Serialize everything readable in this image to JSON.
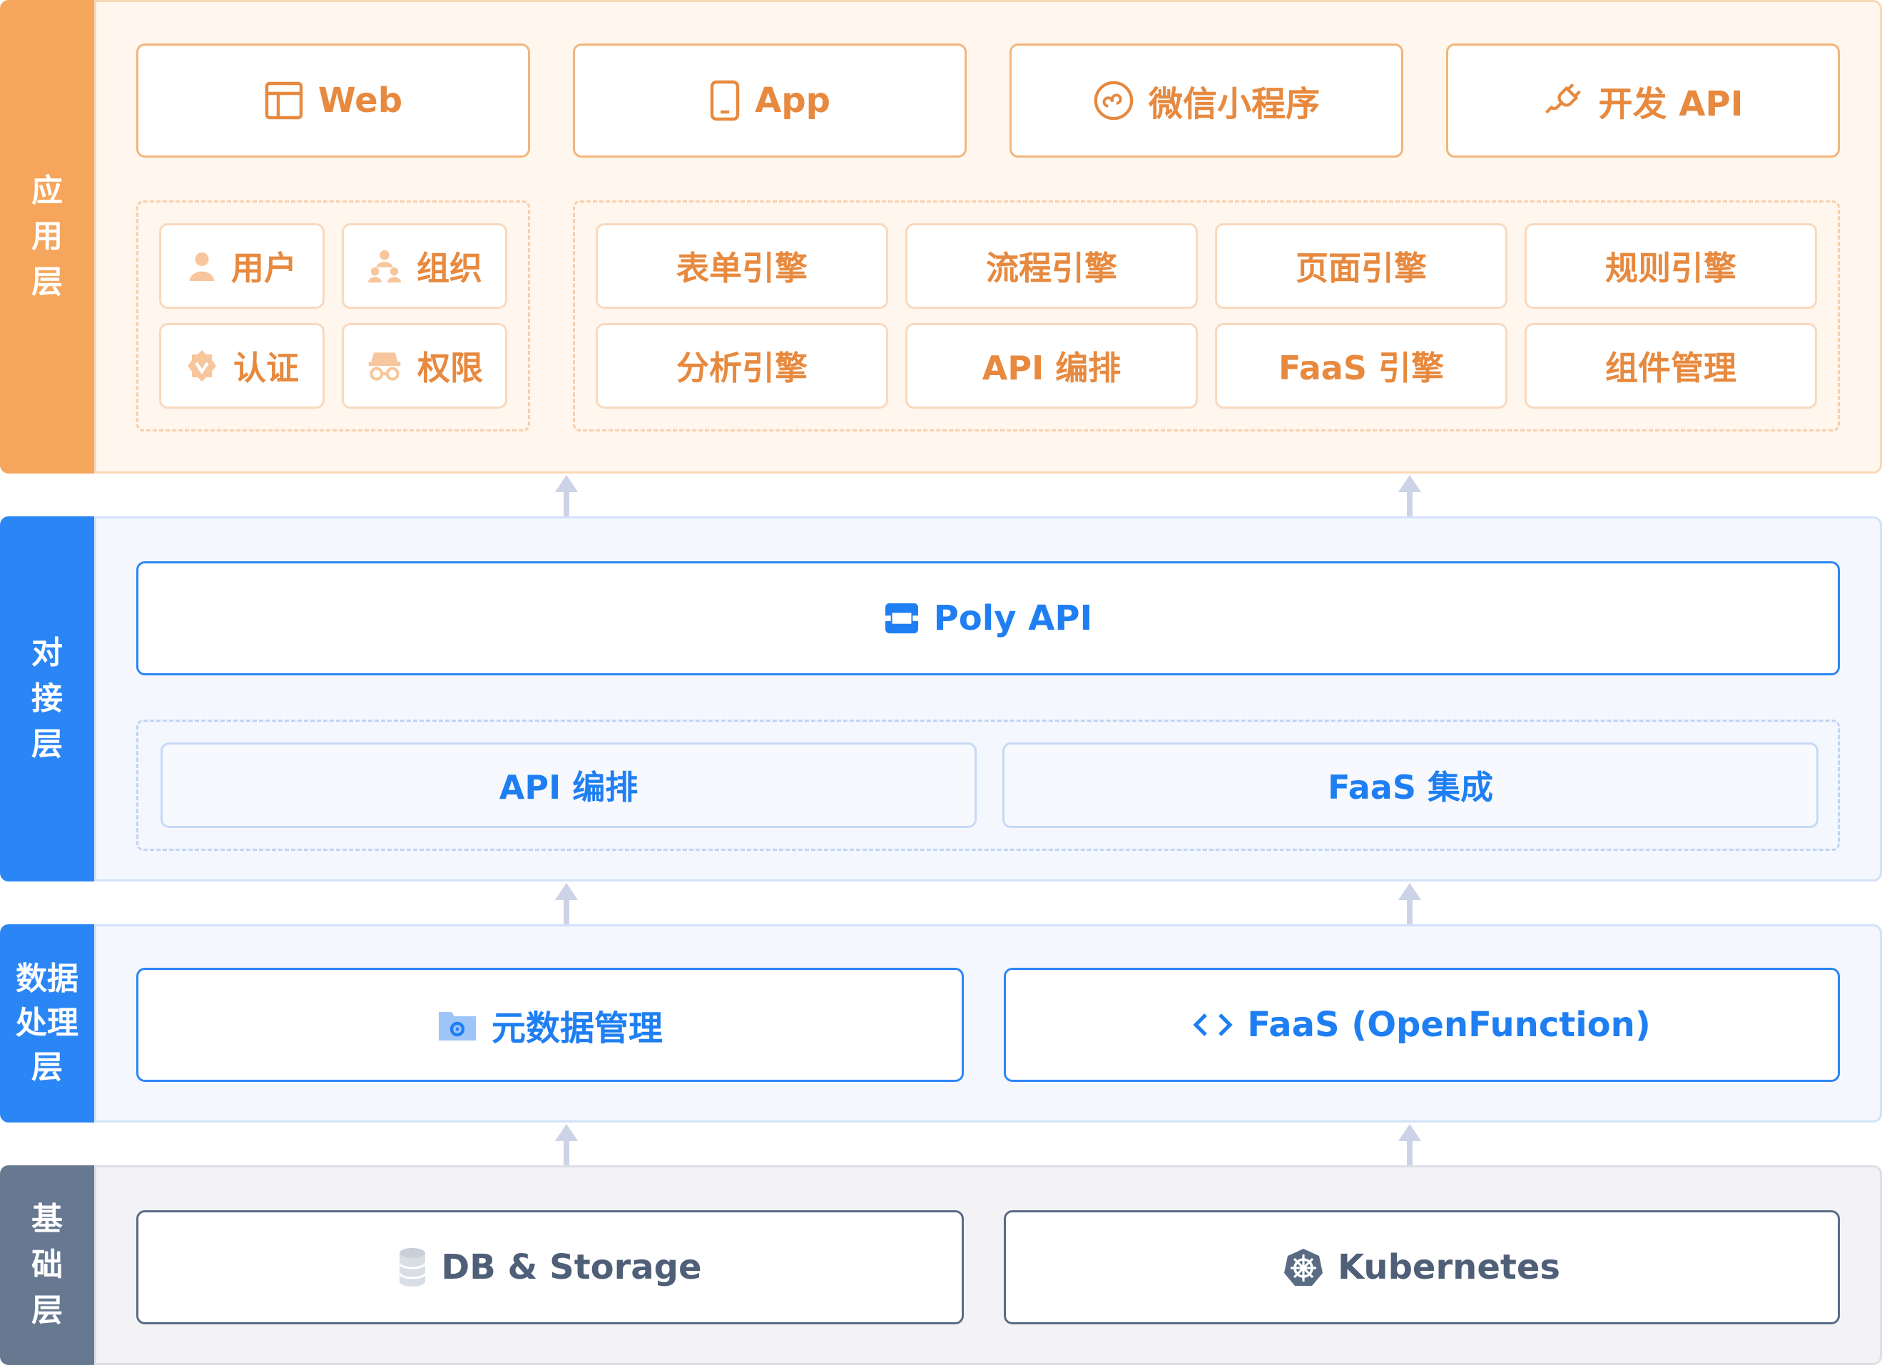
{
  "layers": {
    "application": {
      "label_chars": [
        "应",
        "用",
        "层"
      ],
      "clients": [
        {
          "label": "Web",
          "icon": "layout-icon"
        },
        {
          "label": "App",
          "icon": "phone-icon"
        },
        {
          "label": "微信小程序",
          "icon": "mini-program-icon"
        },
        {
          "label": "开发 API",
          "icon": "plug-icon"
        }
      ],
      "account_modules": [
        {
          "label": "用户",
          "icon": "user-icon"
        },
        {
          "label": "组织",
          "icon": "org-icon"
        },
        {
          "label": "认证",
          "icon": "badge-icon"
        },
        {
          "label": "权限",
          "icon": "permission-icon"
        }
      ],
      "engines": [
        "表单引擎",
        "流程引擎",
        "页面引擎",
        "规则引擎",
        "分析引擎",
        "API 编排",
        "FaaS 引擎",
        "组件管理"
      ]
    },
    "integration": {
      "label_chars": [
        "对",
        "接",
        "层"
      ],
      "poly_api": {
        "label": "Poly API",
        "icon": "poly-api-icon"
      },
      "modules": [
        "API 编排",
        "FaaS 集成"
      ]
    },
    "data_processing": {
      "label_lines": [
        "数据",
        "处理",
        "层"
      ],
      "modules": [
        {
          "label": "元数据管理",
          "icon": "folder-gear-icon"
        },
        {
          "label": "FaaS (OpenFunction)",
          "icon": "code-icon"
        }
      ]
    },
    "base": {
      "label_chars": [
        "基",
        "础",
        "层"
      ],
      "modules": [
        {
          "label": "DB & Storage",
          "icon": "database-icon"
        },
        {
          "label": "Kubernetes",
          "icon": "kubernetes-icon"
        }
      ]
    }
  },
  "colors": {
    "application_accent": "#f5a65c",
    "integration_accent": "#2b86f5",
    "base_accent": "#677891",
    "arrow": "#cdd3e6"
  }
}
